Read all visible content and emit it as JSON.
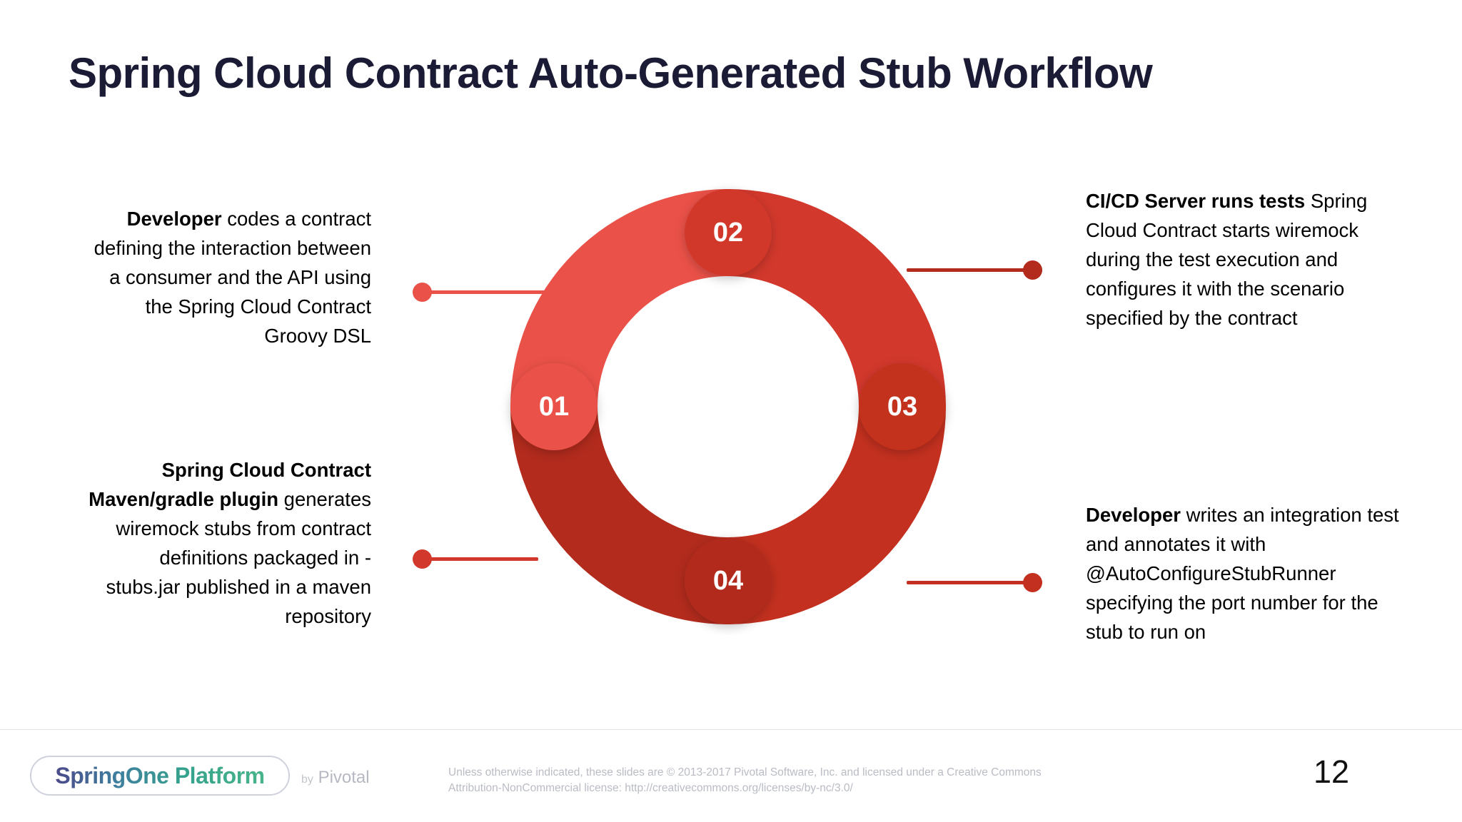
{
  "slide": {
    "title": "Spring Cloud Contract Auto-Generated Stub Workflow",
    "page_number": "12"
  },
  "steps": [
    {
      "number": "01",
      "lead": "Developer",
      "body": " codes a contract defining the interaction between a consumer and the API using the Spring Cloud Contract Groovy DSL",
      "color": "#ea5148",
      "side": "left"
    },
    {
      "number": "02",
      "lead": "Spring Cloud Contract Maven/gradle plugin",
      "body": " generates wiremock stubs from contract definitions packaged in -stubs.jar published in a maven repository",
      "color": "#d2382c",
      "side": "left"
    },
    {
      "number": "03",
      "lead": "Developer",
      "body": " writes an integration test and annotates it with @AutoConfigureStubRunner specifying the port number for the stub to run on",
      "color": "#c3301f",
      "side": "right"
    },
    {
      "number": "04",
      "lead": "CI/CD Server runs tests",
      "body": " Spring Cloud Contract starts wiremock during the test execution and configures it with the scenario specified by the contract",
      "color": "#b22b1d",
      "side": "right"
    }
  ],
  "chart_data": {
    "type": "pie",
    "title": "Spring Cloud Contract Auto-Generated Stub Workflow",
    "shape": "donut",
    "categories": [
      "01",
      "02",
      "03",
      "04"
    ],
    "values": [
      25,
      25,
      25,
      25
    ],
    "labels": [
      "01",
      "02",
      "03",
      "04"
    ],
    "colors": [
      "#ea5148",
      "#d2382c",
      "#c3301f",
      "#b22b1d"
    ],
    "legend": "none",
    "grid": false,
    "inner_radius_ratio": 0.6,
    "start_angle_deg": 180,
    "direction": "clockwise",
    "annotations": [
      "Developer codes a contract defining the interaction between a consumer and the API using the Spring Cloud Contract Groovy DSL",
      "Spring Cloud Contract Maven/gradle plugin generates wiremock stubs from contract definitions packaged in -stubs.jar published in a maven repository",
      "Developer writes an integration test and annotates it with @AutoConfigureStubRunner specifying the port number for the stub to run on",
      "CI/CD Server runs tests Spring Cloud Contract starts wiremock during the test execution and configures it with the scenario specified by the contract"
    ]
  },
  "footer": {
    "logo_wordmark": "SpringOne Platform",
    "logo_by": "by",
    "logo_brand": "Pivotal",
    "copyright": "Unless otherwise indicated, these slides are © 2013-2017 Pivotal Software, Inc. and licensed under a Creative Commons Attribution-NonCommercial license: http://creativecommons.org/licenses/by-nc/3.0/"
  }
}
